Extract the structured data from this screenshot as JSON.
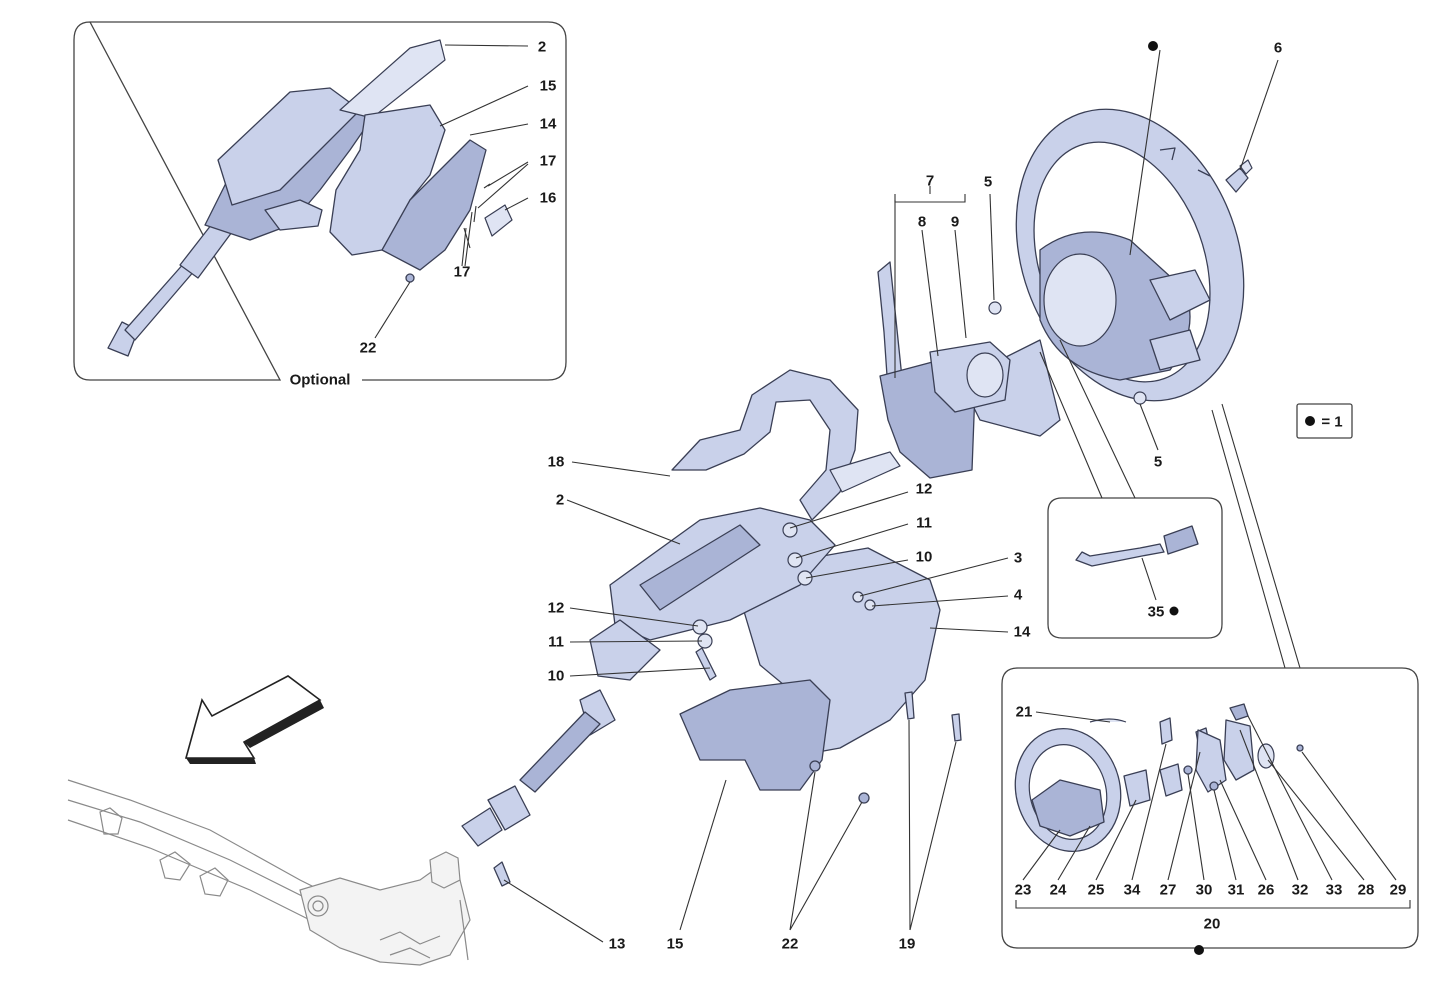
{
  "labels": {
    "l2_inset": "2",
    "l15_inset": "15",
    "l14_inset": "14",
    "l17a_inset": "17",
    "l16_inset": "16",
    "l17b_inset": "17",
    "l22_inset": "22",
    "optional": "Optional",
    "l6": "6",
    "l7": "7",
    "l8": "8",
    "l9": "9",
    "l5a": "5",
    "l5b": "5",
    "legend": "= 1",
    "l18": "18",
    "l2": "2",
    "l12a": "12",
    "l11a": "11",
    "l10a": "10",
    "l3": "3",
    "l4": "4",
    "l14": "14",
    "l12b": "12",
    "l11b": "11",
    "l10b": "10",
    "l35": "35",
    "l13": "13",
    "l15": "15",
    "l22": "22",
    "l19": "19",
    "l21": "21",
    "sub": [
      "23",
      "24",
      "25",
      "34",
      "27",
      "30",
      "31",
      "26",
      "32",
      "33",
      "28",
      "29"
    ],
    "l20": "20"
  },
  "colors": {
    "part_fill": "#c9d1ea",
    "part_outline": "#3a3f55",
    "rack_outline": "#8a8a8a"
  },
  "icons": {
    "bullet": "filled-dot-icon",
    "direction": "front-direction-arrow-icon"
  }
}
